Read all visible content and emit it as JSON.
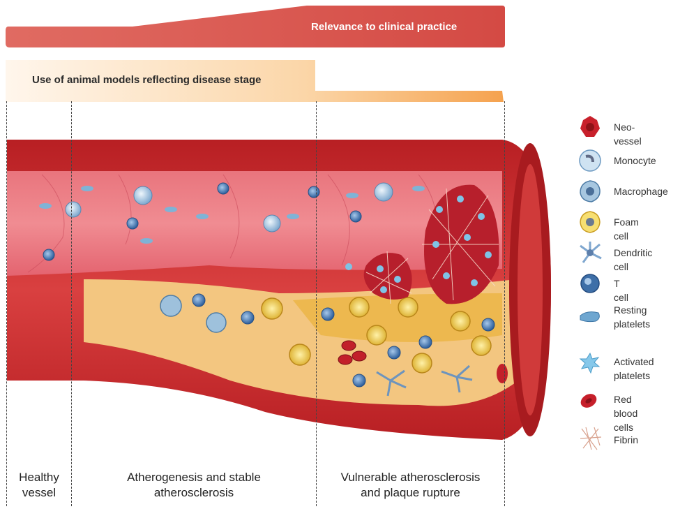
{
  "banners": {
    "clinical": "Relevance to clinical practice",
    "animal_models": "Use of animal models reflecting disease stage"
  },
  "stages": [
    {
      "label": "Healthy\nvessel"
    },
    {
      "label": "Atherogenesis and stable\natherosclerosis"
    },
    {
      "label": "Vulnerable atherosclerosis\nand plaque rupture"
    }
  ],
  "legend": [
    {
      "icon": "neo-vessel-icon",
      "label": "Neo-vessel"
    },
    {
      "icon": "monocyte-icon",
      "label": "Monocyte"
    },
    {
      "icon": "macrophage-icon",
      "label": "Macrophage"
    },
    {
      "icon": "foam-cell-icon",
      "label": "Foam cell"
    },
    {
      "icon": "dendritic-cell-icon",
      "label": "Dendritic cell"
    },
    {
      "icon": "t-cell-icon",
      "label": "T cell"
    },
    {
      "icon": "resting-platelets-icon",
      "label": "Resting\nplatelets"
    },
    {
      "icon": "activated-platelets-icon",
      "label": "Activated\nplatelets"
    },
    {
      "icon": "red-blood-cells-icon",
      "label": "Red blood\ncells"
    },
    {
      "icon": "fibrin-icon",
      "label": "Fibrin"
    }
  ],
  "colors": {
    "clinical_banner": "#d9534f",
    "animal_banner": "#f4a24a",
    "vessel_wall": "#c62a2a",
    "lumen": "#e8697a",
    "plaque": "#f4c26a"
  }
}
